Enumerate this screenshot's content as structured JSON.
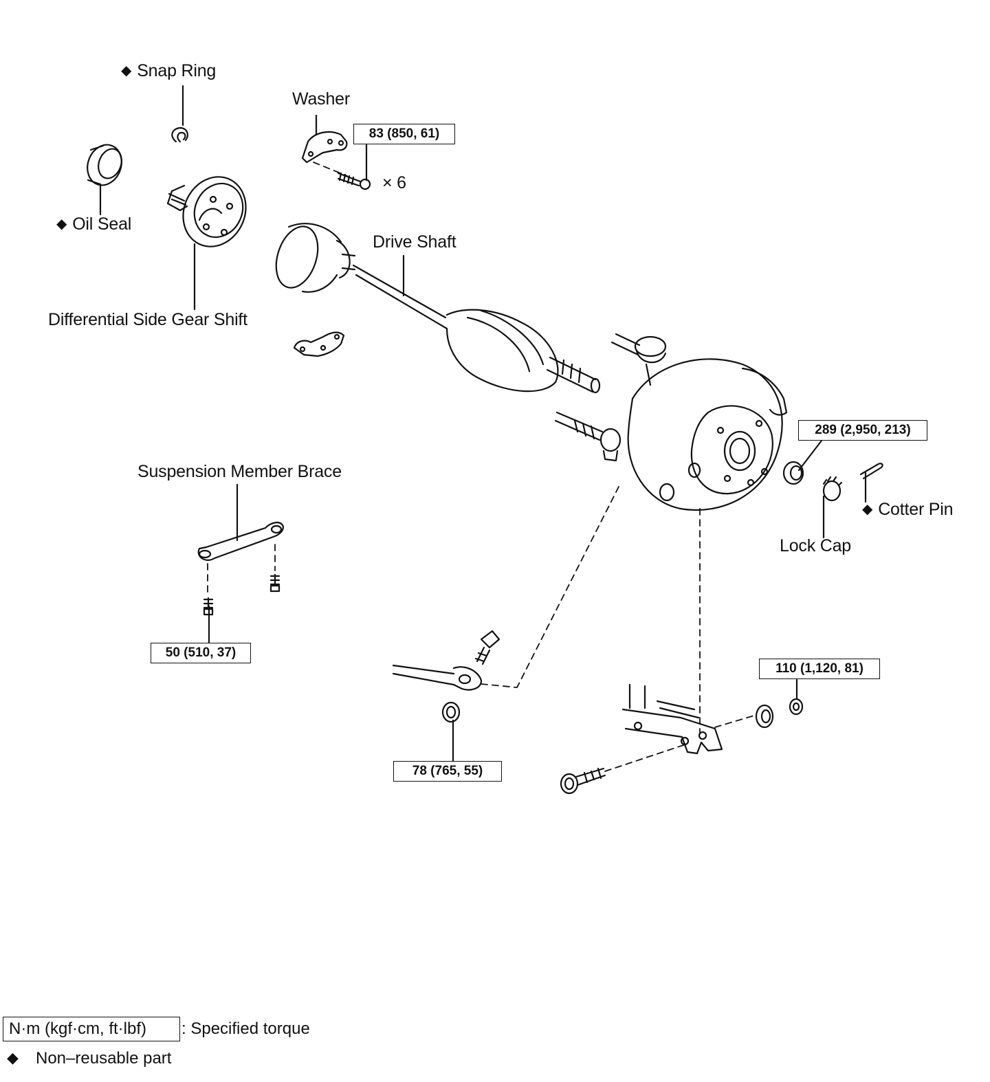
{
  "labels": {
    "snap_ring": "Snap Ring",
    "oil_seal": "Oil Seal",
    "washer": "Washer",
    "qty": "× 6",
    "drive_shaft": "Drive Shaft",
    "diff_side_gear_shaft": "Differential Side Gear Shift",
    "suspension_member_brace": "Suspension Member Brace",
    "cotter_pin": "Cotter Pin",
    "lock_cap": "Lock Cap"
  },
  "torques": {
    "washer_bolt": "83 (850, 61)",
    "axle_nut": "289 (2,950, 213)",
    "brace_bolt": "50 (510, 37)",
    "lower_arm_nut": "110 (1,120, 81)",
    "link_nut": "78 (765, 55)"
  },
  "legend": {
    "torque_unit": "N·m (kgf·cm, ft·lbf)",
    "torque_text": ": Specified torque",
    "non_reusable_symbol": "◆",
    "non_reusable_text": "Non–reusable part"
  },
  "colors": {
    "ink": "#111111",
    "paper": "#ffffff"
  }
}
